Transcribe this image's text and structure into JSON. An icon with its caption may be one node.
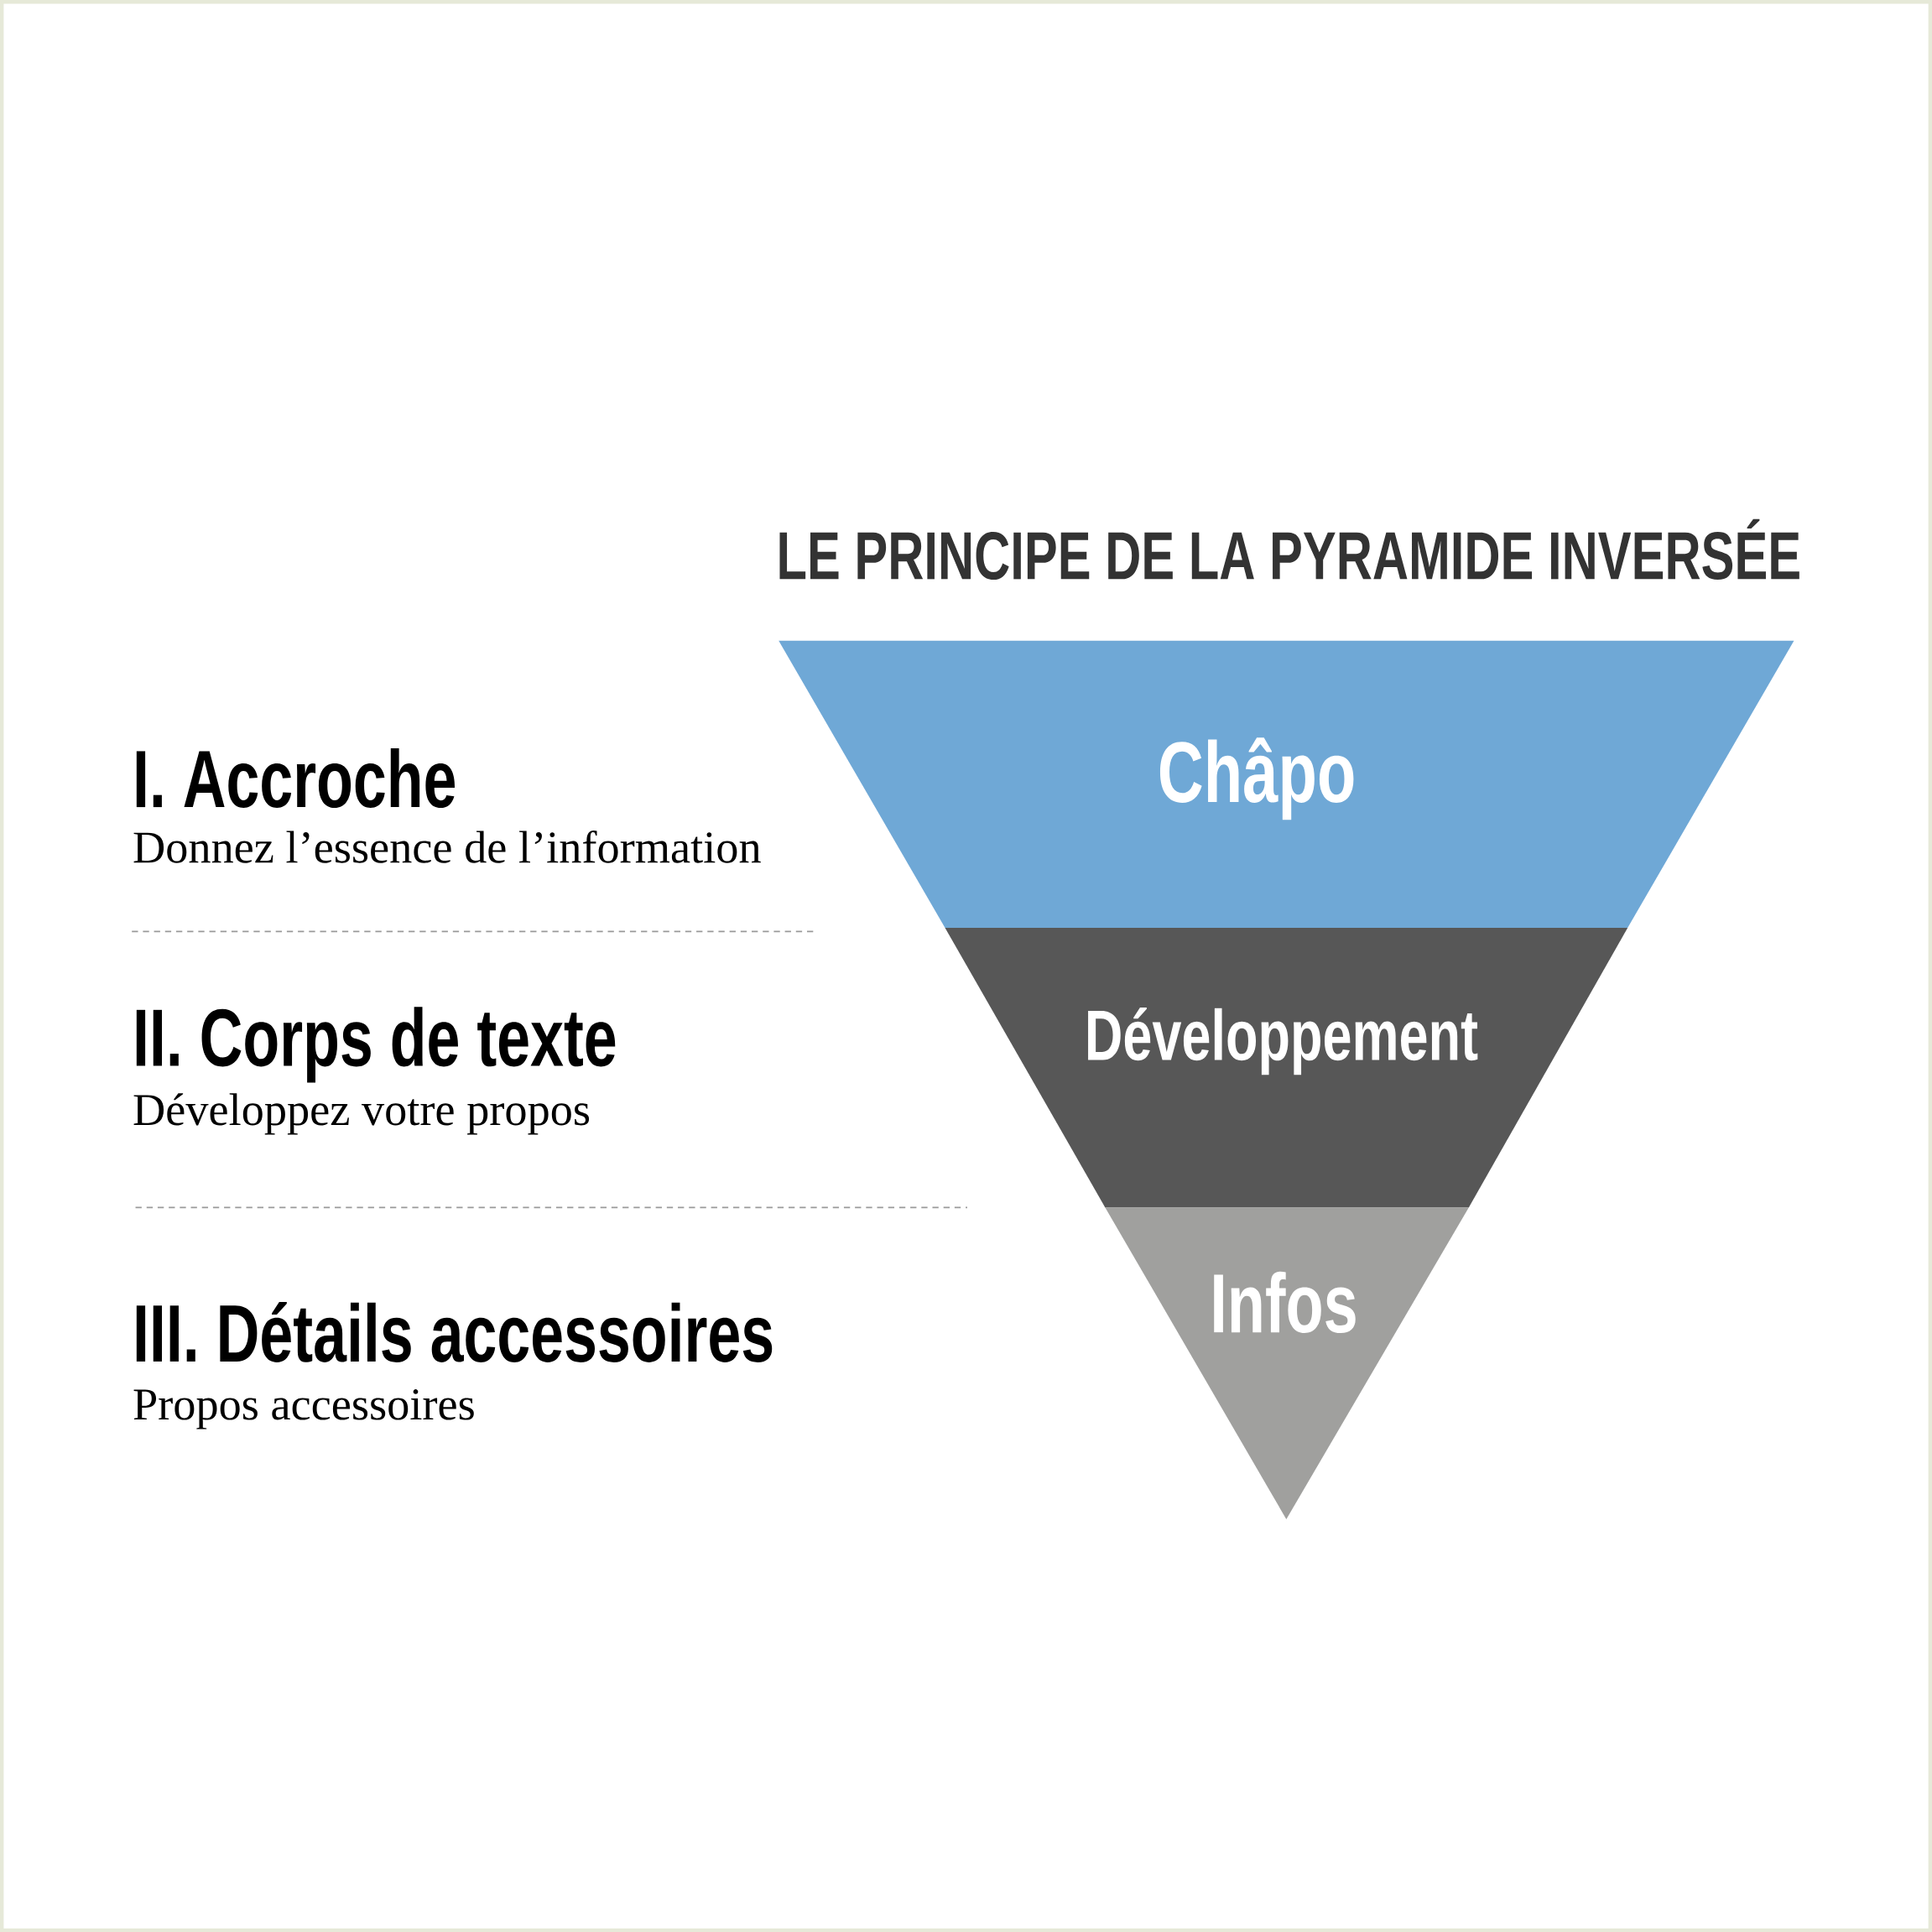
{
  "diagram": {
    "title": "LE PRINCIPE DE LA PYRAMIDE INVERSÉE",
    "nodes": [
      {
        "text": [
          "Châpo"
        ]
      },
      {
        "text": [
          "Développement"
        ]
      },
      {
        "text": [
          "Infos"
        ]
      }
    ],
    "labels": [
      "I. Accroche",
      "Donnez l’essence de l’information",
      "II. Corps de texte",
      "Développez votre propos",
      "III. Détails accessoires",
      "Propos accessoires"
    ]
  }
}
